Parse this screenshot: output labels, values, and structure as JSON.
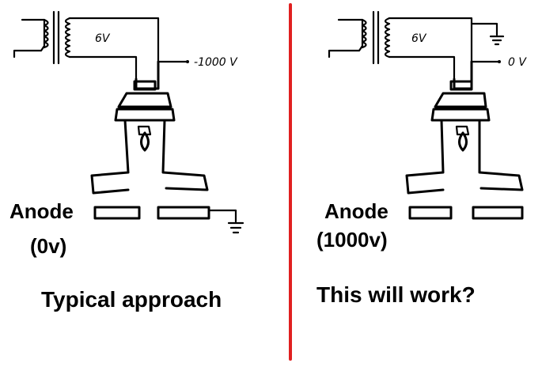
{
  "left_panel": {
    "filament_voltage": "6V",
    "cathode_voltage": "-1000 V",
    "anode_label": "Anode",
    "anode_voltage": "(0v)",
    "caption": "Typical approach"
  },
  "right_panel": {
    "filament_voltage": "6V",
    "cathode_voltage": "0 V",
    "anode_label": "Anode",
    "anode_voltage": "(1000v)",
    "caption": "This will work?"
  },
  "colors": {
    "divider": "#e02020",
    "ink": "#000000",
    "background": "#ffffff"
  }
}
